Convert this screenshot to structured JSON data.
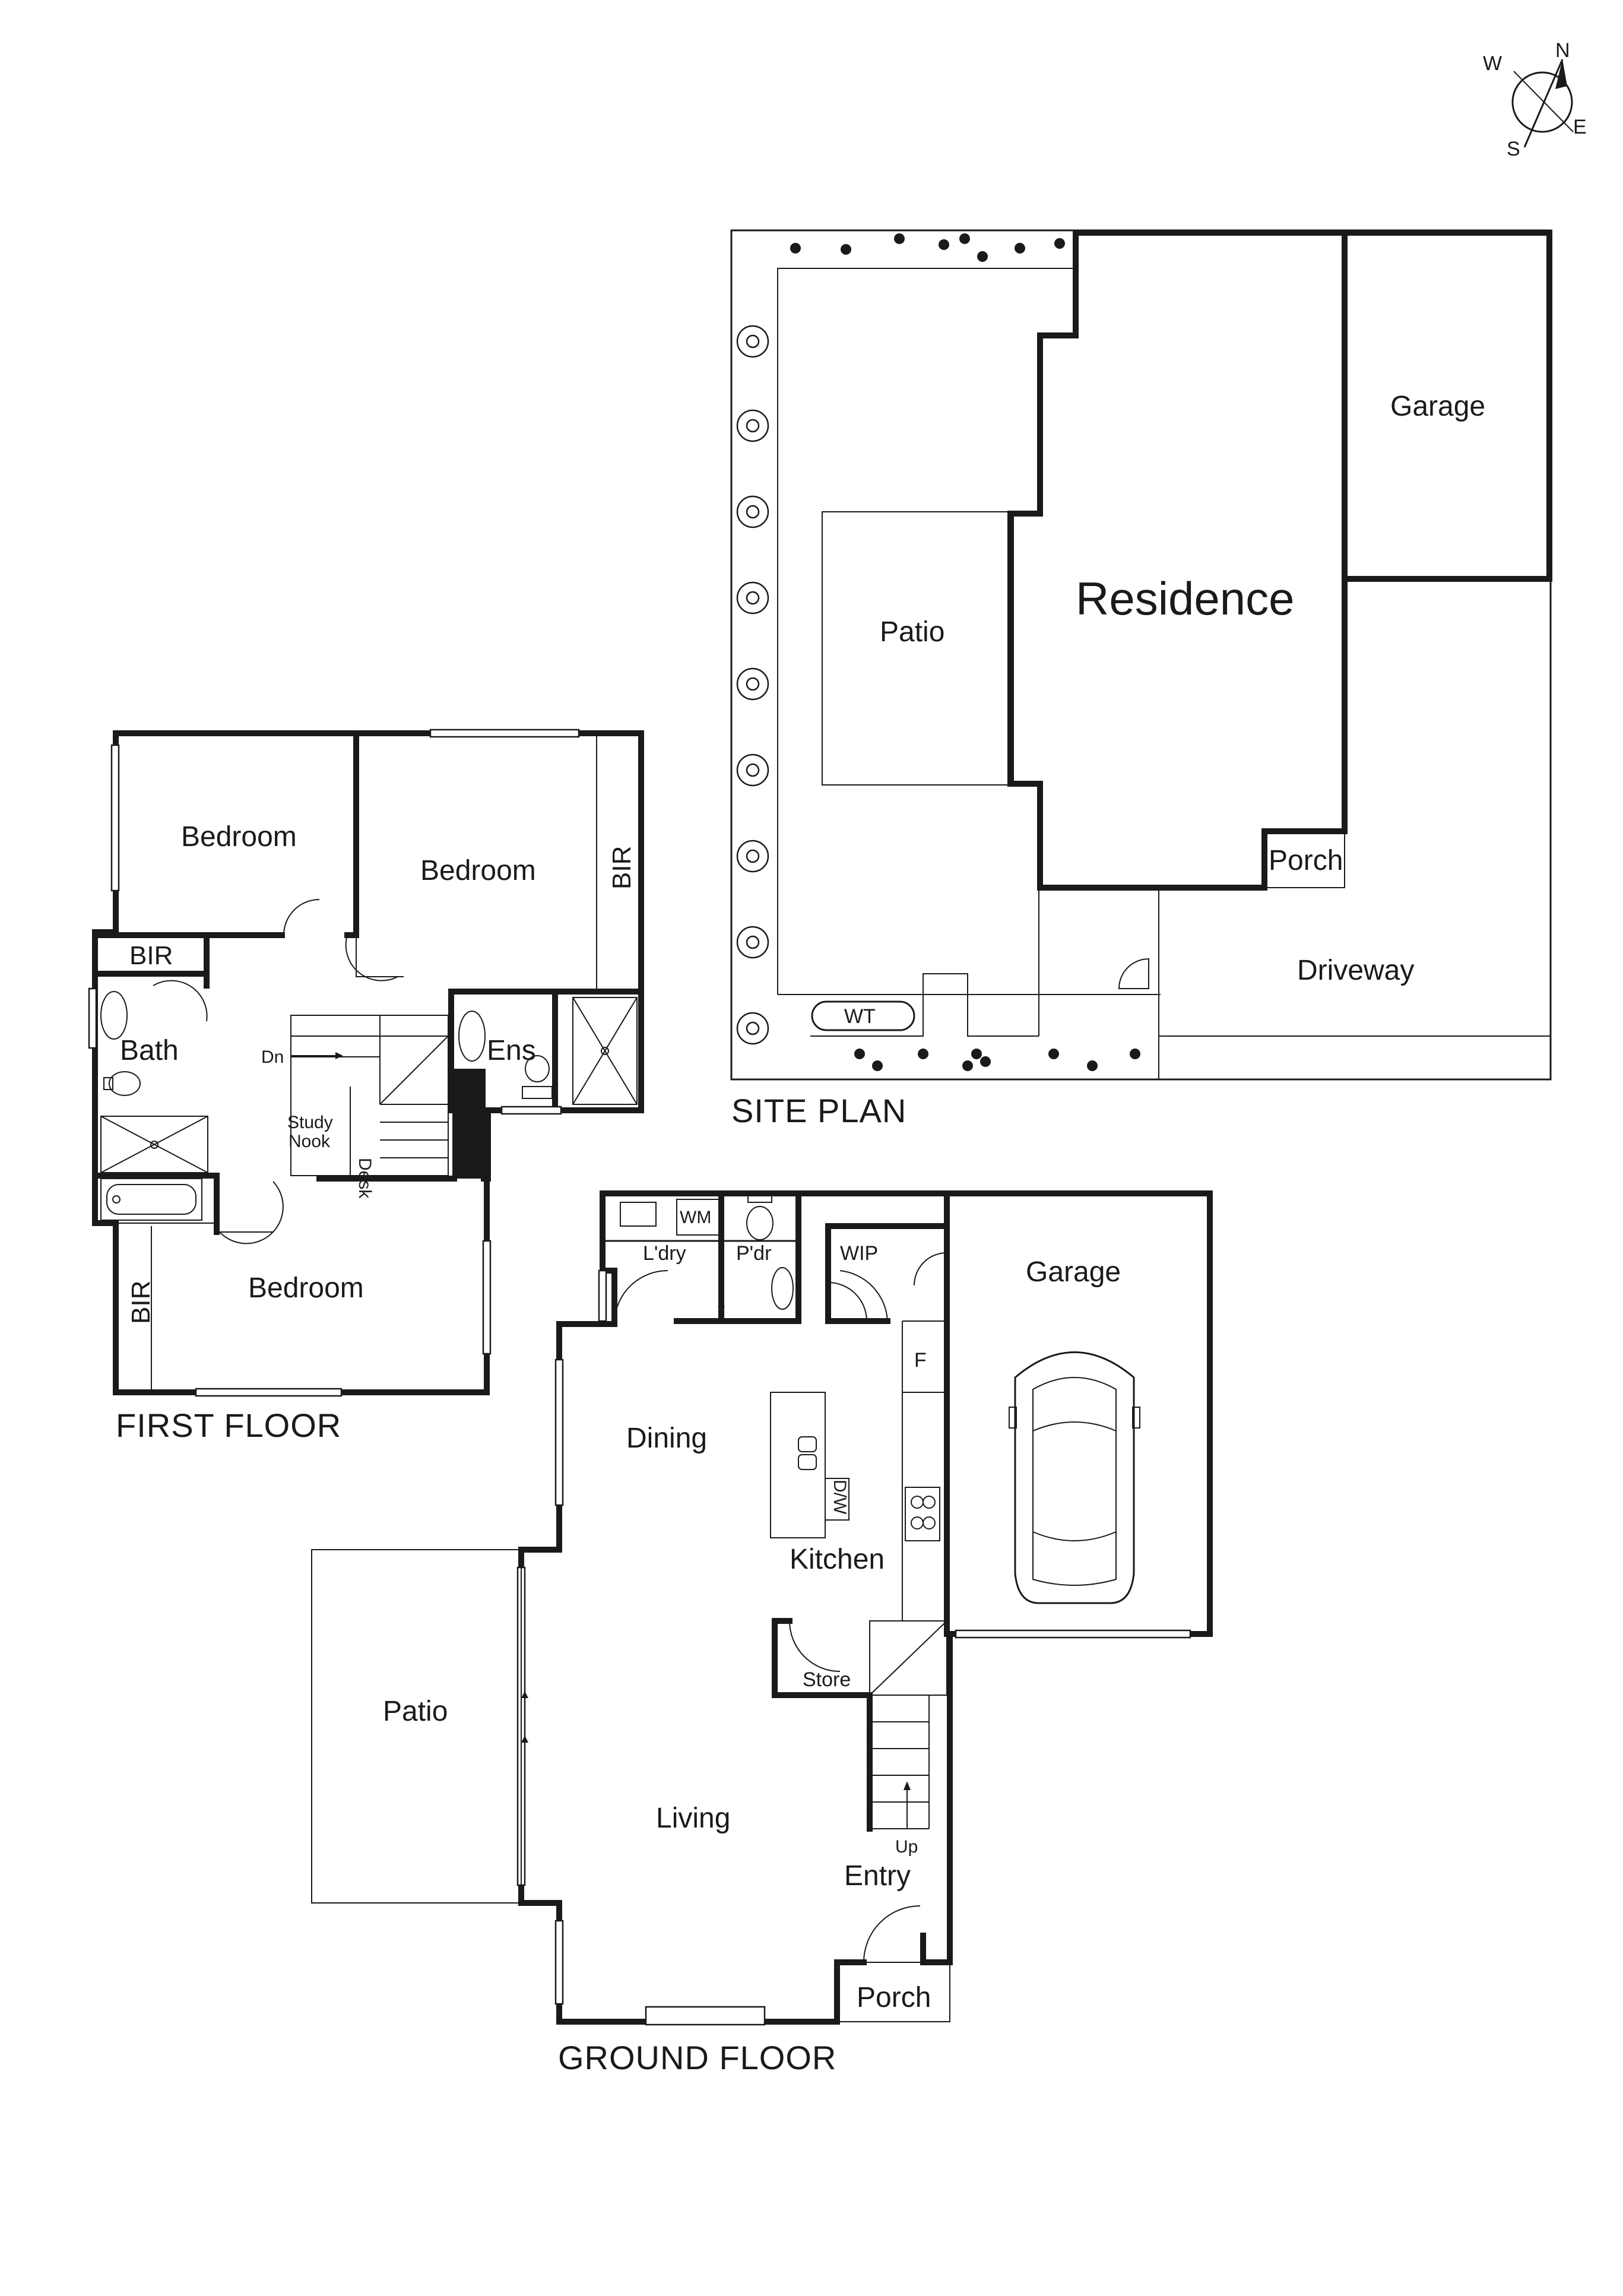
{
  "compass": {
    "north": "N",
    "south": "S",
    "east": "E",
    "west": "W"
  },
  "site_plan": {
    "title": "SITE PLAN",
    "residence": "Residence",
    "garage": "Garage",
    "patio": "Patio",
    "porch": "Porch",
    "driveway": "Driveway",
    "water_tank": "WT"
  },
  "first_floor": {
    "title": "FIRST FLOOR",
    "bedroom_nw": "Bedroom",
    "bedroom_ne": "Bedroom",
    "bedroom_s": "Bedroom",
    "bir_main": "BIR",
    "bir_top": "BIR",
    "bir_bottom": "BIR",
    "bath": "Bath",
    "ensuite": "Ens",
    "stair_down": "Dn",
    "study_line1": "Study",
    "study_line2": "Nook",
    "desk": "Desk"
  },
  "ground_floor": {
    "title": "GROUND FLOOR",
    "laundry": "L'dry",
    "washing_machine": "WM",
    "powder": "P'dr",
    "wip": "WIP",
    "garage": "Garage",
    "fridge": "F",
    "dining": "Dining",
    "dishwasher": "D/W",
    "kitchen": "Kitchen",
    "store": "Store",
    "patio": "Patio",
    "living": "Living",
    "stair_up": "Up",
    "entry": "Entry",
    "porch": "Porch"
  }
}
